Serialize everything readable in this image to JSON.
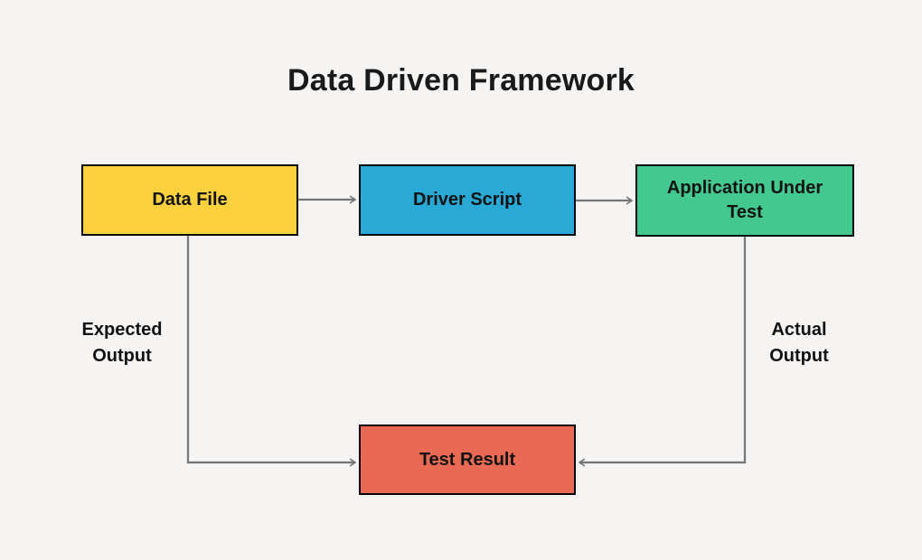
{
  "title": "Data Driven Framework",
  "colors": {
    "page_background": "#F5F4F2",
    "connector_gray": "#757575",
    "node_border": "#000000",
    "title_text": "#1A1A1A",
    "node_text": "#121212"
  },
  "nodes": [
    {
      "id": "data-file",
      "label": "Data File",
      "color": "#FBD23E"
    },
    {
      "id": "driver-script",
      "label": "Driver Script",
      "color": "#29A9D6"
    },
    {
      "id": "application-under-test",
      "label": "Application Under Test",
      "color": "#43C98F"
    },
    {
      "id": "test-result",
      "label": "Test Result",
      "color": "#E96A54"
    }
  ],
  "edges": [
    {
      "from": "Data File",
      "to": "Driver Script",
      "label": ""
    },
    {
      "from": "Driver Script",
      "to": "Application Under Test",
      "label": ""
    },
    {
      "from": "Data File",
      "to": "Test Result",
      "label": "Expected Output"
    },
    {
      "from": "Application Under Test",
      "to": "Test Result",
      "label": "Actual Output"
    }
  ]
}
